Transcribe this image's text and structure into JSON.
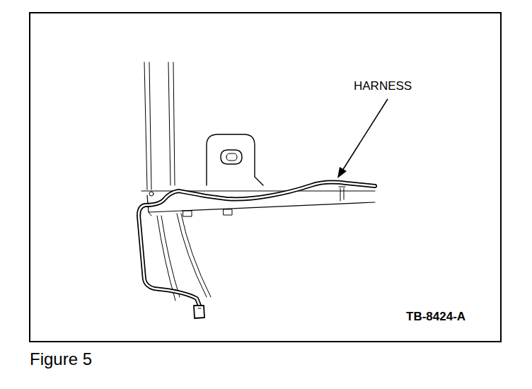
{
  "diagram": {
    "caption": "Figure 5",
    "labels": [
      "HARNESS",
      "TB-8424-A"
    ]
  }
}
